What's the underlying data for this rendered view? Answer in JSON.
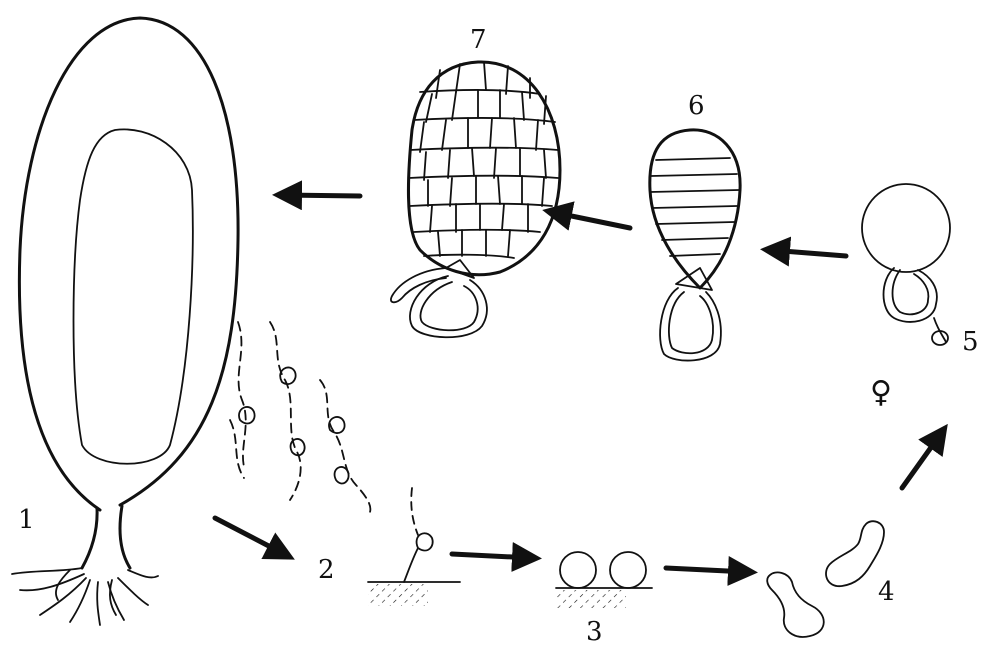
{
  "diagram": {
    "stage_labels": {
      "s1": "1",
      "s2": "2",
      "s3": "3",
      "s4": "4",
      "s5": "5",
      "s6": "6",
      "s7": "7",
      "female_symbol": "♀"
    },
    "colors": {
      "ink": "#111111",
      "background": "#ffffff"
    }
  }
}
